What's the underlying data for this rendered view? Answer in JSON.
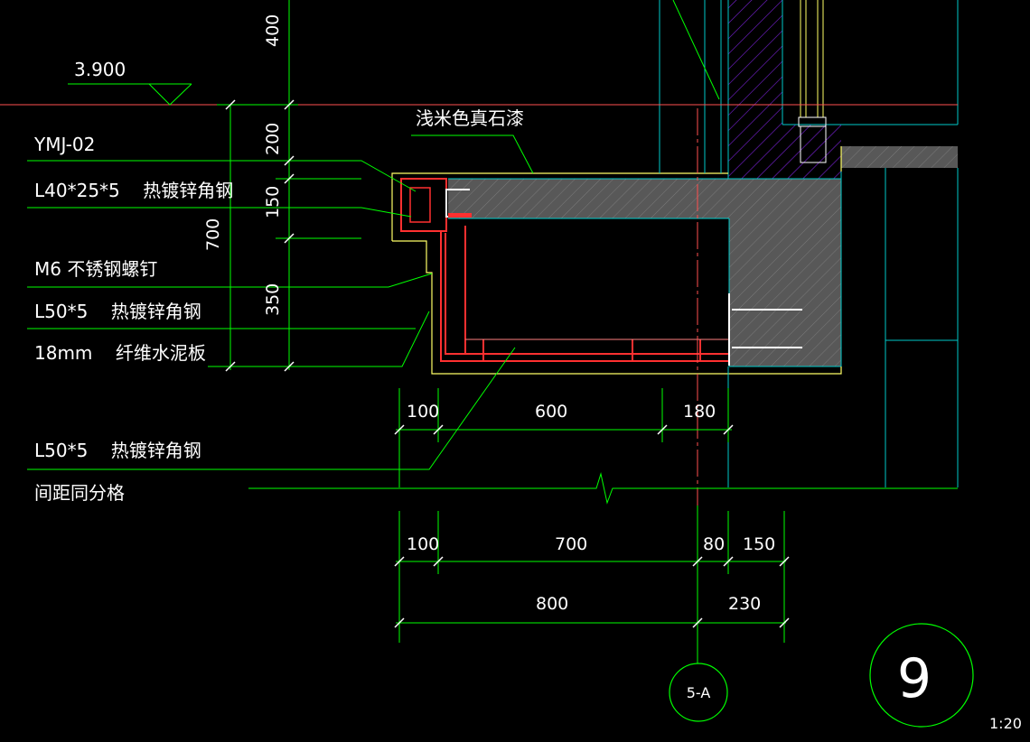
{
  "drawing": {
    "elevation_mark": "3.900",
    "labels": {
      "finish": "浅米色真石漆",
      "ymj": "YMJ-02",
      "angle1": "L40*25*5    热镀锌角钢",
      "screw": "M6 不锈钢螺钉",
      "angle2": "L50*5    热镀锌角钢",
      "board": "18mm    纤维水泥板",
      "angle3": "L50*5    热镀锌角钢",
      "spacing": "间距同分格"
    },
    "vertical_dims": {
      "d400": "400",
      "d200": "200",
      "d150": "150",
      "d350": "350",
      "d700": "700"
    },
    "horizontal_dims": {
      "row1": [
        "100",
        "600",
        "180"
      ],
      "row2": [
        "100",
        "700",
        "80",
        "150"
      ],
      "row3": [
        "800",
        "230"
      ]
    },
    "axis_label": "5-A",
    "detail_number": "9",
    "scale": "1:20"
  },
  "colors": {
    "background": "#000000",
    "green": "#00ff00",
    "cyan": "#00c8c8",
    "yellow": "#ffff66",
    "red": "#ff2020",
    "magenta": "#9933ff",
    "concrete": "#5a5a5a",
    "white": "#ffffff"
  }
}
